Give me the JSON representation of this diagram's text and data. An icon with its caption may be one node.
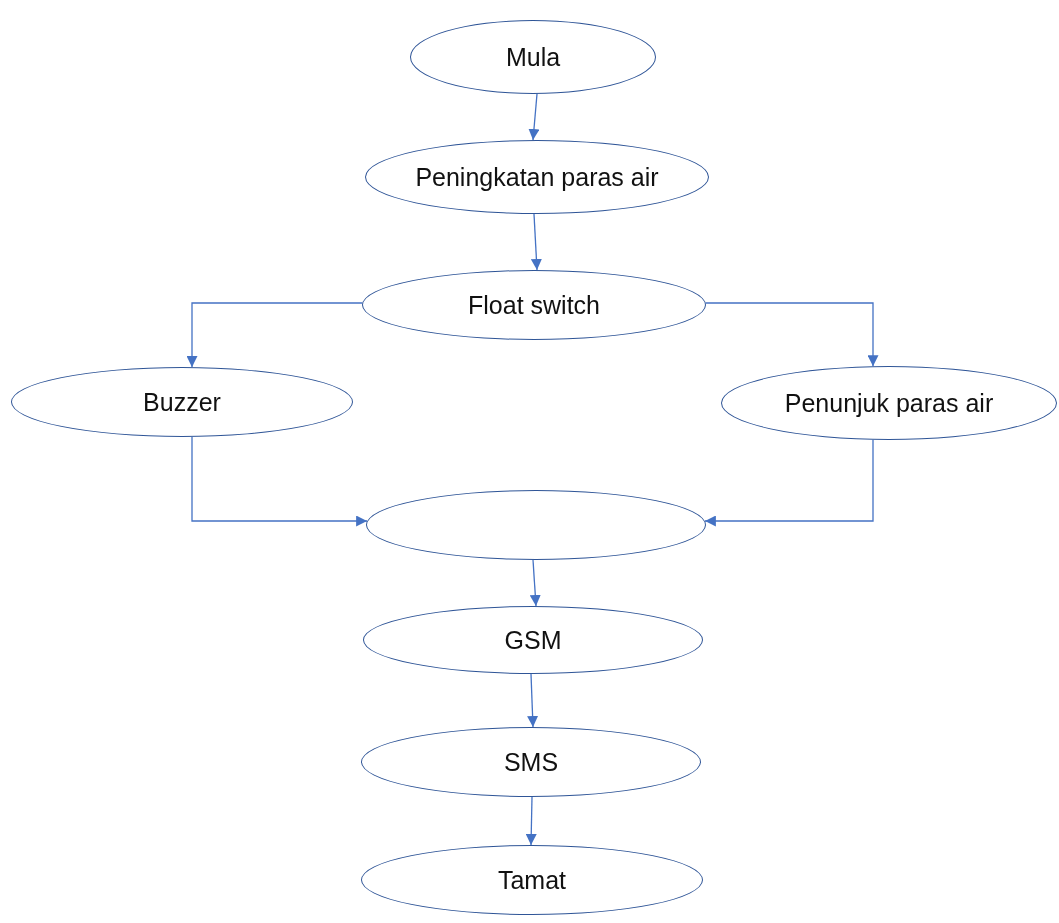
{
  "diagram": {
    "nodes": [
      {
        "text": [
          "Mula"
        ]
      },
      {
        "text": [
          "Peningkatan paras air"
        ]
      },
      {
        "text": [
          "Float switch"
        ]
      },
      {
        "text": [
          "Buzzer"
        ]
      },
      {
        "text": [
          "Penunjuk paras air"
        ]
      },
      {
        "text": [],
        "shape": "ellipse"
      },
      {
        "text": [
          "GSM"
        ]
      },
      {
        "text": [
          "SMS"
        ]
      },
      {
        "text": [
          "Tamat"
        ]
      }
    ],
    "edges": [
      {
        "from": 0,
        "to": 1,
        "arrow": "to"
      },
      {
        "from": 1,
        "to": 2,
        "arrow": "to"
      },
      {
        "from": 2,
        "to": 3,
        "arrow": "to"
      },
      {
        "from": 2,
        "to": 4,
        "arrow": "to"
      },
      {
        "from": 3,
        "to": 5,
        "arrow": "to"
      },
      {
        "from": 4,
        "to": 5,
        "arrow": "to"
      },
      {
        "from": 5,
        "to": 6,
        "arrow": "to"
      },
      {
        "from": 6,
        "to": 7,
        "arrow": "to"
      },
      {
        "from": 7,
        "to": 8,
        "arrow": "to"
      }
    ]
  }
}
